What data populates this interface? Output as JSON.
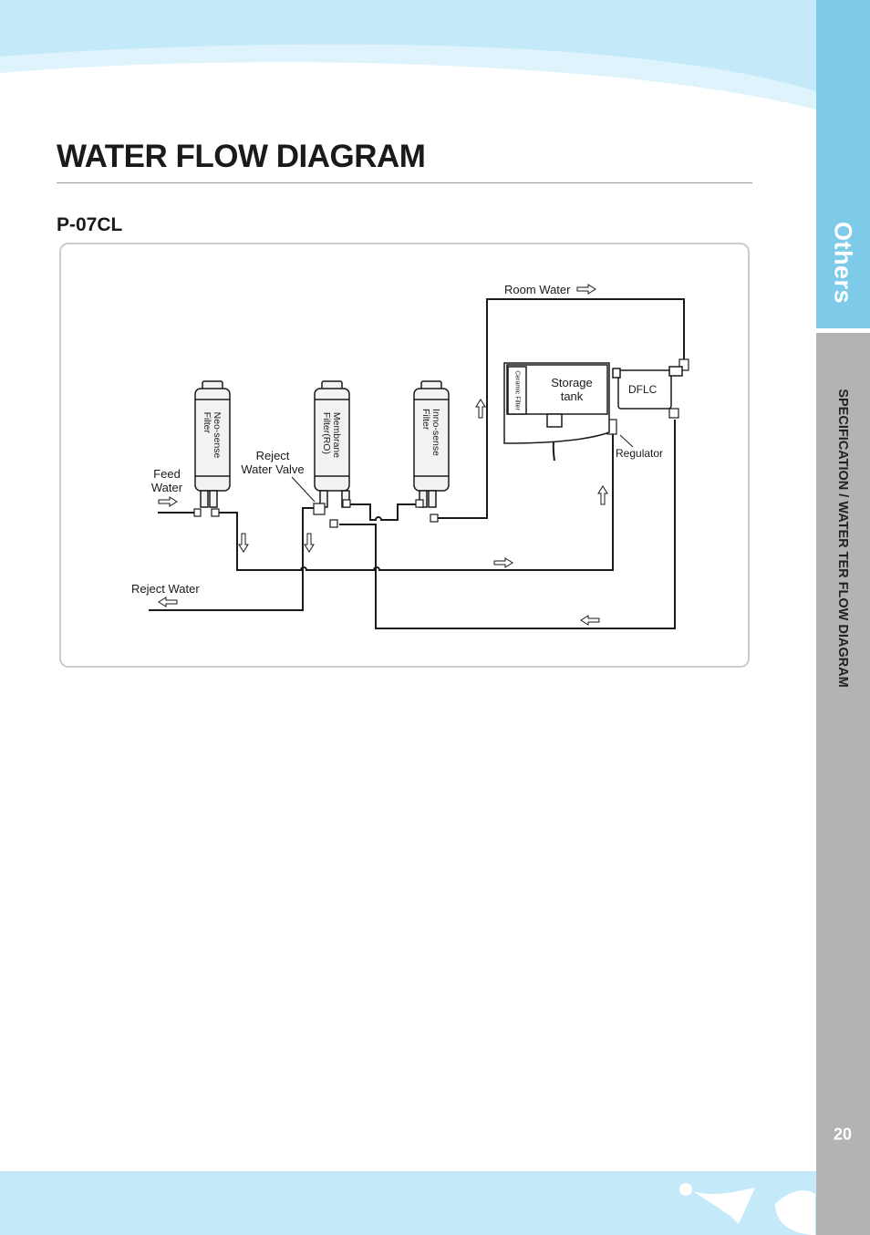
{
  "header": {
    "title": "WATER FLOW DIAGRAM",
    "model": "P-07CL"
  },
  "side_tabs": {
    "section": "Others",
    "subsection": "SPECIFICATION / WATER TER FLOW DIAGRAM",
    "page_number": "20"
  },
  "diagram": {
    "room_water": "Room  Water",
    "feed_water": [
      "Feed",
      "Water"
    ],
    "reject_water_valve": [
      "Reject",
      "Water Valve"
    ],
    "reject_water": "Reject Water",
    "filters": [
      {
        "name": [
          "Neo-sense",
          "Filter"
        ]
      },
      {
        "name": [
          "Membrane",
          "Filter(RO)"
        ]
      },
      {
        "name": [
          "Inno-sense",
          "Filter"
        ]
      }
    ],
    "ceramic_filter": "Ceramic Filter",
    "storage_tank": [
      "Storage",
      "tank"
    ],
    "dflc": "DFLC",
    "regulator": "Regulator"
  },
  "colors": {
    "sky_blue": "#c4e9f9",
    "tab_blue": "#7dcbe8",
    "tab_gray": "#b3b3b3"
  },
  "icons": [
    "flow-arrow-right-icon",
    "flow-arrow-left-icon",
    "flow-arrow-up-icon",
    "flow-arrow-down-icon",
    "swallow-logo-icon"
  ]
}
